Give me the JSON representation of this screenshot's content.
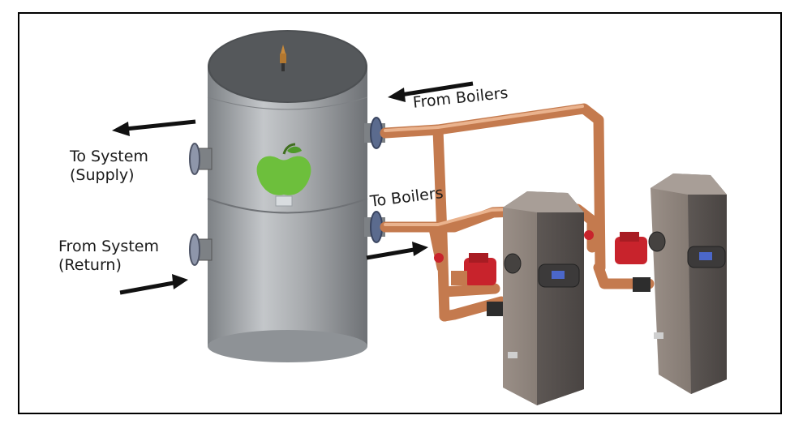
{
  "labels": {
    "from_boilers": "From Boilers",
    "to_boilers": "To Boilers",
    "to_system_line1": "To System",
    "to_system_line2": "(Supply)",
    "from_system_line1": "From System",
    "from_system_line2": "(Return)"
  },
  "colors": {
    "frame": "#000000",
    "tank": "#9a9ea2",
    "tank_top": "#4c4f52",
    "copper_pipe": "#d9946a",
    "pump": "#c8232c",
    "boiler": "#8a7f78",
    "boiler_front": "#5d5856",
    "flange": "#6f7f9c",
    "apple": "#6dbf3c",
    "arrow": "#111111",
    "display": "#4b67c9"
  },
  "icons": [
    "apple-logo-icon",
    "air-vent-icon",
    "arrow-icon"
  ]
}
